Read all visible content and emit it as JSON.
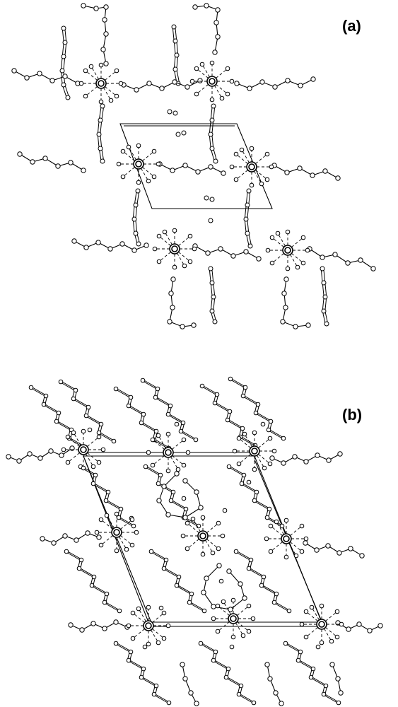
{
  "panels": [
    {
      "id": "a",
      "label": "(a)"
    },
    {
      "id": "b",
      "label": "(b)"
    }
  ],
  "colors": {
    "ink": "#000000",
    "atom_fill": "#ffffff",
    "background": "#ffffff"
  }
}
